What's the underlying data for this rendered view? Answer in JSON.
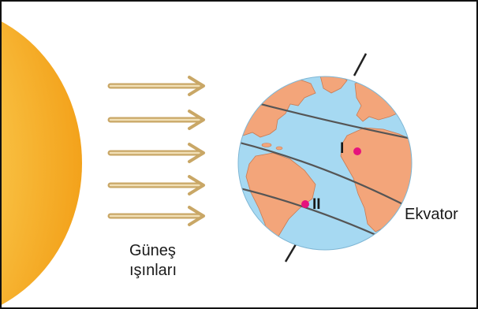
{
  "labels": {
    "rays_line1": "Güneş",
    "rays_line2": "ışınları",
    "equator": "Ekvator",
    "point_1": "I",
    "point_2": "II"
  },
  "colors": {
    "sun_core": "#fcd867",
    "sun_edge": "#f3a21b",
    "ray": "#c9a766",
    "ocean": "#a6d9f2",
    "land": "#f3a57a",
    "latitude_line": "#555555",
    "point_marker": "#e6137d"
  },
  "counts": {
    "rays": 5,
    "latitude_lines": 3
  }
}
